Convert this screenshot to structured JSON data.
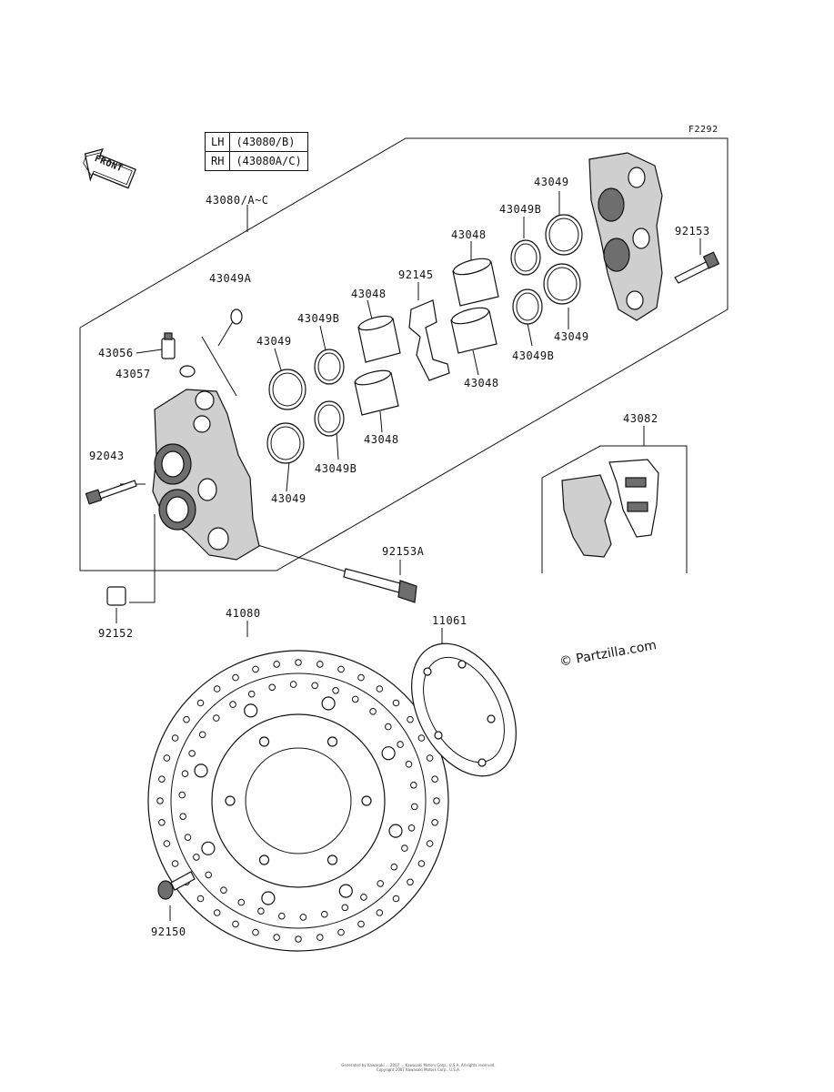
{
  "diagram": {
    "code": "F2292",
    "front_label": "FRONT",
    "watermark": "© Partzilla.com",
    "footer_line1": "Generated by Kawasaki ... 2007 ... Kawasaki Motors Corp., U.S.A. All rights reserved.",
    "footer_line2": "Copyright 2007 Kawasaki Motors Corp., U.S.A."
  },
  "legend": {
    "rows": [
      {
        "side": "LH",
        "part": "(43080/B)"
      },
      {
        "side": "RH",
        "part": "(43080A/C)"
      }
    ]
  },
  "parts": {
    "caliper_assy": "43080/A~C",
    "seal_43049A": "43049A",
    "valve_bleeder": "43056",
    "cap_bleeder": "43057",
    "bolt_92043": "92043",
    "cap_92152": "92152",
    "piston_43048_a": "43048",
    "piston_43048_b": "43048",
    "piston_43048_c": "43048",
    "piston_43048_d": "43048",
    "seal_43049B_a": "43049B",
    "seal_43049B_b": "43049B",
    "seal_43049B_c": "43049B",
    "seal_43049B_d": "43049B",
    "seal_43049_a": "43049",
    "seal_43049_b": "43049",
    "seal_43049_c": "43049",
    "seal_43049_d": "43049",
    "spring_92145": "92145",
    "bolt_92153": "92153",
    "pin_92153A": "92153A",
    "pad_assy_43082": "43082",
    "disc_41080": "41080",
    "shim_11061": "11061",
    "bolt_92150": "92150"
  }
}
